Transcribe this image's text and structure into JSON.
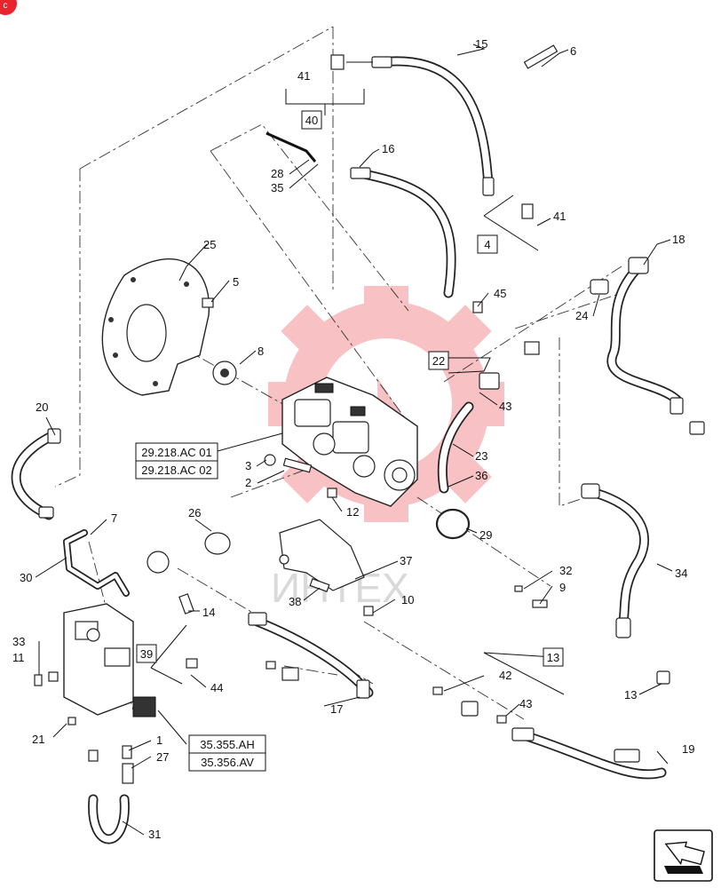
{
  "corner_mark": "c",
  "watermark": {
    "text": "ИНТЕХ",
    "color": "#e8242c"
  },
  "callouts": {
    "c1": "1",
    "c2": "2",
    "c3": "3",
    "c5": "5",
    "c6": "6",
    "c7": "7",
    "c8": "8",
    "c9": "9",
    "c10": "10",
    "c11": "11",
    "c12": "12",
    "c13a": "13",
    "c14": "14",
    "c15": "15",
    "c16": "16",
    "c17": "17",
    "c18": "18",
    "c19": "19",
    "c20": "20",
    "c21": "21",
    "c23": "23",
    "c24": "24",
    "c25": "25",
    "c26": "26",
    "c27": "27",
    "c28": "28",
    "c29": "29",
    "c30": "30",
    "c31": "31",
    "c32": "32",
    "c33": "33",
    "c34": "34",
    "c35": "35",
    "c36": "36",
    "c37": "37",
    "c38": "38",
    "c41a": "41",
    "c41b": "41",
    "c42": "42",
    "c43a": "43",
    "c43b": "43",
    "c44": "44",
    "c45": "45"
  },
  "boxed": {
    "b4": "4",
    "b13": "13",
    "b22": "22",
    "b39": "39",
    "b40": "40"
  },
  "refs": {
    "r1": "29.218.AC 01",
    "r2": "29.218.AC 02",
    "r3": "35.355.AH",
    "r4": "35.356.AV"
  }
}
